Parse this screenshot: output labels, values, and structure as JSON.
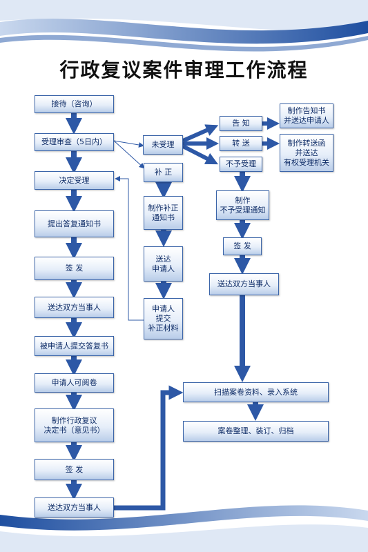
{
  "title": "行政复议案件审理工作流程",
  "colors": {
    "arrow": "#2d58a6",
    "box_border": "#3a64a8",
    "text": "#0d2b66",
    "swoosh": "#1f4fa0"
  },
  "left_column": [
    "接待（咨询）",
    "受理审查（5日内）",
    "决定受理",
    "提出答复通知书",
    "签  发",
    "送达双方当事人",
    "被申请人提交答复书",
    "申请人可阅卷",
    "制作行政复议\n决定书（意见书）",
    "签  发",
    "送达双方当事人"
  ],
  "middle_column": [
    "未受理",
    "补  正",
    "制作补正\n通知书",
    "送达\n申请人",
    "申请人\n提交\n补正材料"
  ],
  "branches": [
    "告  知",
    "转  送",
    "不予受理"
  ],
  "far_right": [
    "制作告知书\n并送达申请人",
    "制作转送函\n并送达\n有权受理机关"
  ],
  "reject_column": [
    "制作\n不予受理通知",
    "签  发",
    "送达双方当事人"
  ],
  "archive": [
    "扫描案卷资料、录入系统",
    "案卷整理、装订、归档"
  ]
}
